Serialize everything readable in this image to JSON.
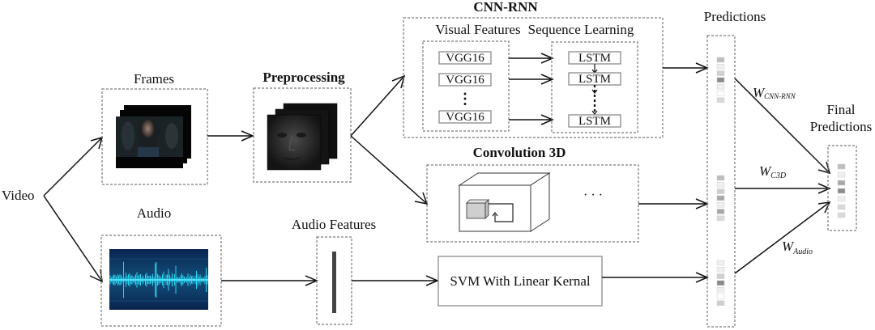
{
  "input": {
    "label": "Video"
  },
  "frames": {
    "label": "Frames",
    "image": "video-frames-stack"
  },
  "preprocessing": {
    "label": "Preprocessing",
    "image": "cropped-face-frames-stack"
  },
  "audio": {
    "label": "Audio",
    "image": "audio-waveform"
  },
  "audio_features": {
    "label": "Audio Features"
  },
  "cnn_rnn": {
    "title": "CNN-RNN",
    "visual_features_label": "Visual Features",
    "sequence_learning_label": "Sequence Learning",
    "vgg_blocks": [
      "VGG16",
      "VGG16",
      "VGG16"
    ],
    "lstm_blocks": [
      "LSTM",
      "LSTM",
      "LSTM"
    ],
    "ellipsis": "⋮"
  },
  "conv3d": {
    "title": "Convolution 3D",
    "ellipsis": "· · ·"
  },
  "svm": {
    "label": "SVM With Linear Kernal"
  },
  "predictions": {
    "label": "Predictions",
    "groups": [
      {
        "name": "cnn-rnn",
        "cells": [
          "#bdbdbd",
          "#efefef",
          "#cfcfcf",
          "#8a8a8a",
          "#efefef",
          "#ffffff",
          "#d9d9d9"
        ]
      },
      {
        "name": "c3d",
        "cells": [
          "#bdbdbd",
          "#efefef",
          "#cfcfcf",
          "#a8a8a8",
          "#efefef",
          "#a8a8a8",
          "#d9d9d9"
        ]
      },
      {
        "name": "audio",
        "cells": [
          "#efefef",
          "#efefef",
          "#cfcfcf",
          "#8a8a8a",
          "#efefef",
          "#ffffff",
          "#cfcfcf"
        ]
      }
    ]
  },
  "weights": {
    "cnn_rnn": {
      "main": "W",
      "sub": "CNN-RNN"
    },
    "c3d": {
      "main": "W",
      "sub": "C3D"
    },
    "audio": {
      "main": "W",
      "sub": "Audio"
    }
  },
  "final": {
    "label_line1": "Final",
    "label_line2": "Predictions",
    "cells": [
      "#bdbdbd",
      "#efefef",
      "#a8a8a8",
      "#8a8a8a",
      "#efefef",
      "#d9d9d9",
      "#d9d9d9"
    ]
  }
}
